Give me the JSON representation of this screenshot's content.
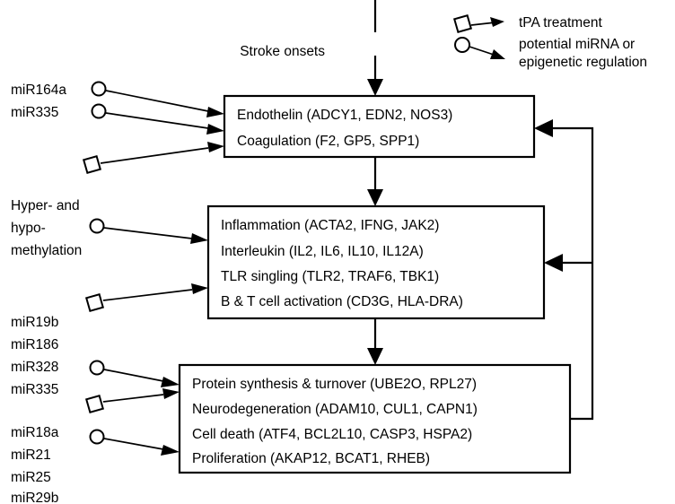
{
  "figure": {
    "title_text": "Stroke onsets",
    "background_color": "#ffffff",
    "line_color": "#000000"
  },
  "legend": {
    "items": [
      {
        "symbol": "square",
        "symbol_name": "square-marker-icon",
        "label": "tPA treatment"
      },
      {
        "symbol": "circle",
        "symbol_name": "circle-marker-icon",
        "label_line1": "potential miRNA or",
        "label_line2": "epigenetic regulation"
      }
    ]
  },
  "boxes": [
    {
      "id": "box-endothelin-coagulation",
      "lines": [
        "Endothelin (ADCY1, EDN2, NOS3)",
        "Coagulation (F2, GP5, SPP1)"
      ]
    },
    {
      "id": "box-inflammation",
      "lines": [
        "Inflammation (ACTA2, IFNG, JAK2)",
        "Interleukin (IL2, IL6, IL10, IL12A)",
        "TLR singling (TLR2, TRAF6, TBK1)",
        "B & T cell activation (CD3G, HLA-DRA)"
      ]
    },
    {
      "id": "box-protein-synthesis",
      "lines": [
        "Protein synthesis & turnover (UBE2O, RPL27)",
        "Neurodegeneration (ADAM10, CUL1, CAPN1)",
        "Cell death (ATF4, BCL2L10, CASP3, HSPA2)",
        "Proliferation (AKAP12, BCAT1, RHEB)"
      ]
    }
  ],
  "side_labels": {
    "group_top": {
      "items": [
        "miR164a",
        "miR335"
      ]
    },
    "group_methylation": {
      "items": [
        "Hyper- and",
        "hypo-",
        "methylation"
      ]
    },
    "group_middle": {
      "items": [
        "miR19b",
        "miR186",
        "miR328",
        "miR335"
      ]
    },
    "group_bottom": {
      "items": [
        "miR18a",
        "miR21",
        "miR25",
        "miR29b"
      ]
    }
  }
}
